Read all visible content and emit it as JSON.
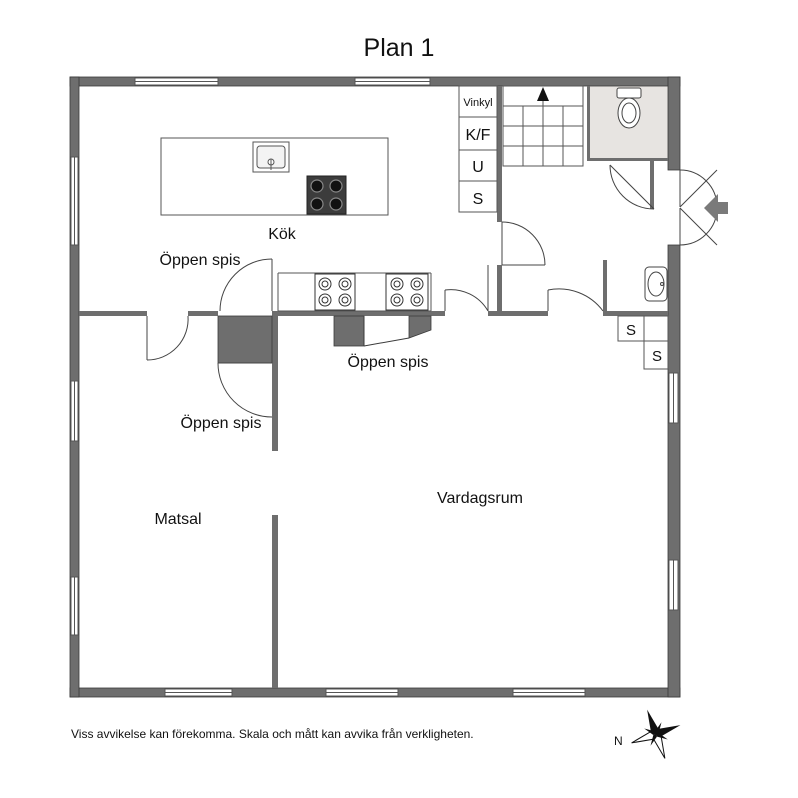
{
  "title": "Plan 1",
  "rooms": {
    "kitchen": "Kök",
    "fireplace_kitchen": "Öppen spis",
    "fireplace_center": "Öppen spis",
    "fireplace_dining": "Öppen spis",
    "dining": "Matsal",
    "living": "Vardagsrum"
  },
  "closets": {
    "vinkyl": "Vinkyl",
    "kf": "K/F",
    "u": "U",
    "s1": "S",
    "s2": "S",
    "s3": "S"
  },
  "compass": {
    "north_label": "N"
  },
  "disclaimer": "Viss avvikelse kan förekomma. Skala och mått kan avvika från verkligheten.",
  "colors": {
    "wall": "#6e6e6e",
    "wall_edge": "#3a3a3a",
    "toilet_room": "#e7e4e1",
    "fireplace": "#6e6e6e",
    "entrance_arrow": "#7a7a7a"
  }
}
